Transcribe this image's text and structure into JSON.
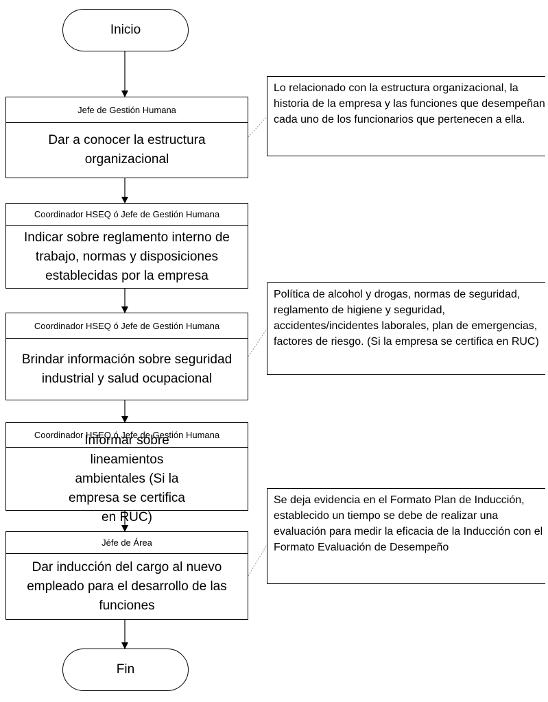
{
  "start": {
    "label": "Inicio"
  },
  "end": {
    "label": "Fin"
  },
  "steps": [
    {
      "role": "Jefe de Gestión Humana",
      "task": "Dar a conocer la estructura organizacional"
    },
    {
      "role": "Coordinador HSEQ ó Jefe de Gestión Humana",
      "task": "Indicar sobre reglamento interno de trabajo, normas y disposiciones establecidas por la empresa"
    },
    {
      "role": "Coordinador HSEQ ó Jefe de Gestión Humana",
      "task": "Brindar información sobre seguridad industrial y salud ocupacional"
    },
    {
      "role": "Coordinador HSEQ ó Jefe de Gestión Humana",
      "task": "Informar sobre lineamientos ambientales (Si la empresa se certifica en RUC)"
    },
    {
      "role": "Jéfe de Área",
      "task": "Dar inducción del cargo al nuevo empleado para el desarrollo de las funciones"
    }
  ],
  "notes": [
    {
      "text": "Lo relacionado con la estructura organizacional, la historia de la empresa y las funciones que desempeñan cada uno de los funcionarios que pertenecen a ella."
    },
    {
      "text": "Política de alcohol y drogas, normas de seguridad, reglamento de higiene y seguridad, accidentes/incidentes laborales, plan de emergencias, factores de riesgo. (Si la empresa se certifica en RUC)"
    },
    {
      "text": "Se deja evidencia en el Formato Plan de Inducción, establecido un tiempo se debe de realizar una evaluación para medir la eficacia de la Inducción con el Formato Evaluación de Desempeño"
    }
  ]
}
